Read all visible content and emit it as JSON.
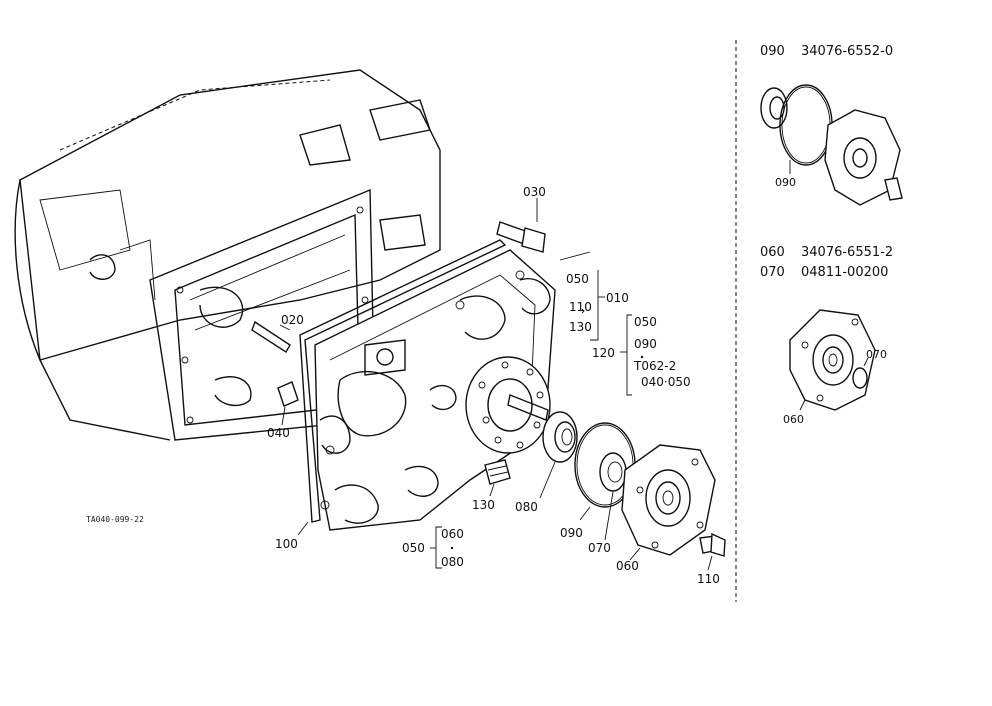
{
  "callouts": {
    "c030": "030",
    "c050a": "050",
    "c110a": "110",
    "c130a": "130",
    "c010": "010",
    "c050b": "050",
    "c090a": "090",
    "c120": "120",
    "c062": "T062-2",
    "c040050": "040·050",
    "c020": "020",
    "c040": "040",
    "c130b": "130",
    "c080": "080",
    "c090b": "090",
    "c070": "070",
    "c060": "060",
    "c110b": "110",
    "c100": "100",
    "c050c": "050",
    "c060b": "060",
    "c080b": "080",
    "ref_code": "TA040-099-22"
  },
  "inset_top": {
    "part": "090",
    "number": "34076-6552-0",
    "callout_090": "090"
  },
  "inset_bottom": {
    "part_a": "060",
    "number_a": "34076-6551-2",
    "part_b": "070",
    "number_b": "04811-00200",
    "callout_070": "070",
    "callout_060": "060"
  }
}
